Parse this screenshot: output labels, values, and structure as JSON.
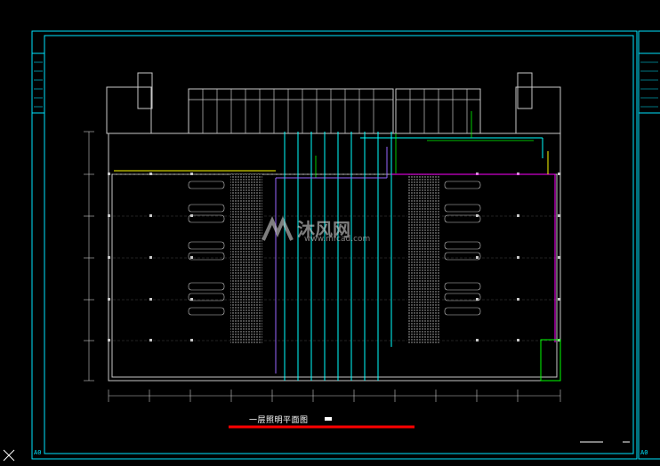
{
  "drawing": {
    "title": "一层照明平面图",
    "sheet_labels": [
      "A0",
      "A0"
    ]
  },
  "watermark": {
    "brand": "沐风网",
    "url": "www.mfcad.com",
    "logo_icon": "mf-logo-icon"
  },
  "colors": {
    "background": "#000000",
    "frame": "#00e5ff",
    "walls": "#c8c8c8",
    "circuit_cyan": "#00ffff",
    "circuit_green": "#00ff00",
    "circuit_magenta": "#ff00ff",
    "circuit_yellow": "#ffff00",
    "circuit_purple": "#9966ff",
    "title_underline": "#ff0000"
  },
  "icons": {
    "close": "close-icon"
  }
}
